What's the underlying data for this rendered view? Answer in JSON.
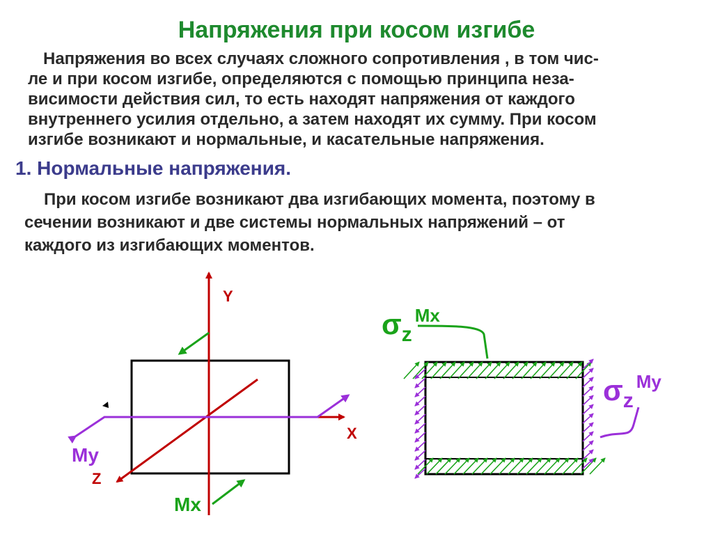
{
  "title": "Напряжения при косом изгибе",
  "intro": {
    "lines": [
      "Напряжения во всех случаях сложного сопротивления , в том чис-",
      "ле и при косом изгибе, определяются с помощью принципа неза-",
      "висимости действия сил, то есть находят напряжения от каждого",
      "внутреннего усилия отдельно, а затем находят их сумму. При косом",
      "изгибе возникают и нормальные, и касательные напряжения."
    ]
  },
  "section": "1. Нормальные напряжения.",
  "body": {
    "lines": [
      "При косом изгибе возникают два изгибающих момента, поэтому в",
      "сечении возникают и две системы нормальных напряжений – от",
      "каждого из изгибающих моментов."
    ]
  },
  "diagram": {
    "axis_y": "Y",
    "axis_x": "X",
    "axis_z": "Z",
    "moment_my": "My",
    "moment_mx": "Mx",
    "sigma_symbol": "σ",
    "sigma_sub": "z",
    "sigma_mx_sup": "Mx",
    "sigma_my_sup": "My",
    "colors": {
      "axis": "#c00000",
      "mx_moment": "#1aa31a",
      "my_moment": "#9b30d9",
      "frame": "#000000",
      "label_red": "#c00000",
      "label_purple": "#9b30d9",
      "label_green": "#1aa31a"
    }
  }
}
